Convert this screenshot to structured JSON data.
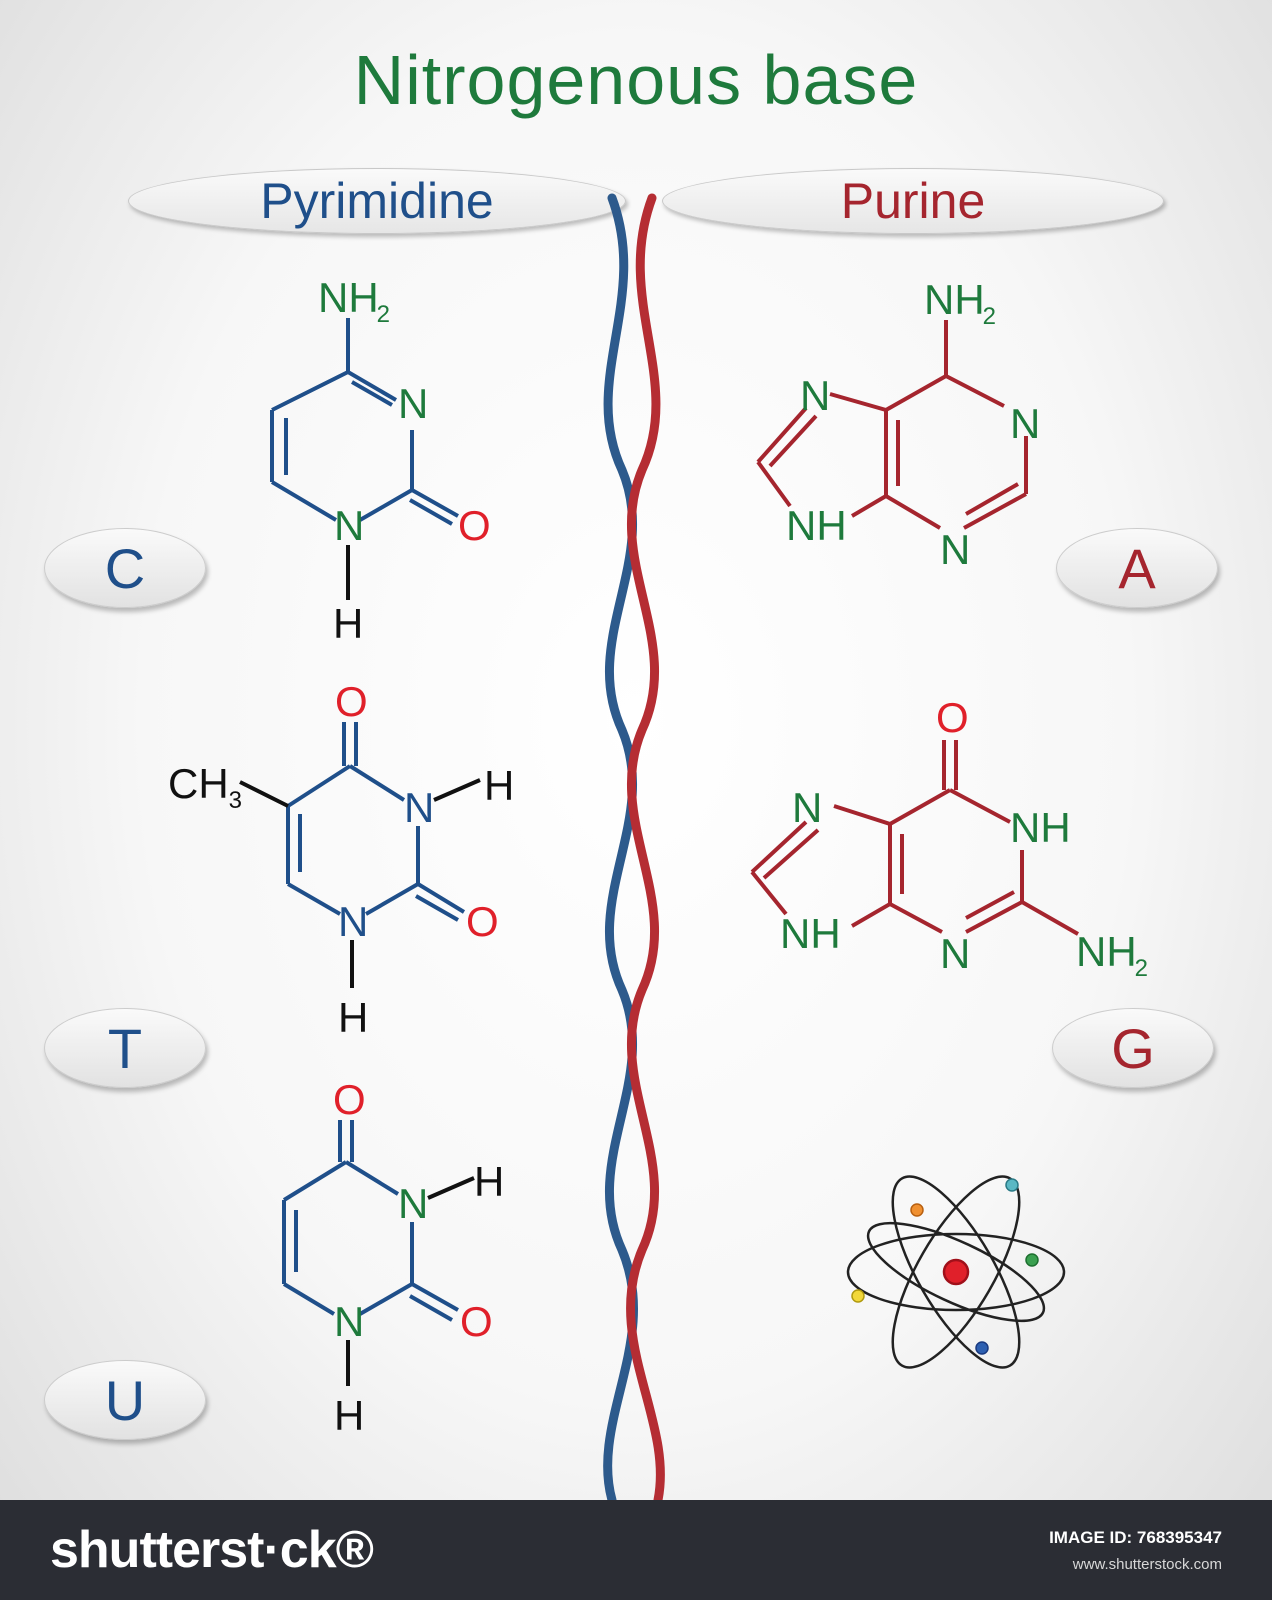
{
  "title": "Nitrogenous base",
  "classes": {
    "pyrimidine": "Pyrimidine",
    "purine": "Purine"
  },
  "bases": {
    "C": "C",
    "T": "T",
    "U": "U",
    "A": "A",
    "G": "G"
  },
  "atoms": {
    "NH2": "NH",
    "sub2": "2",
    "N": "N",
    "O": "O",
    "H": "H",
    "NH": "NH",
    "CH3": "CH",
    "sub3": "3"
  },
  "footer": {
    "brand": "shutterst·ck®",
    "image_id": "IMAGE ID: 768395347",
    "site": "www.shutterstock.com"
  },
  "colors": {
    "title": "#1e7a3c",
    "pyrimidine": "#1f4f8a",
    "purine": "#a5252e",
    "nitrogen": "#1e7a3c",
    "oxygen": "#e0202a",
    "hydrogen": "#111111"
  }
}
